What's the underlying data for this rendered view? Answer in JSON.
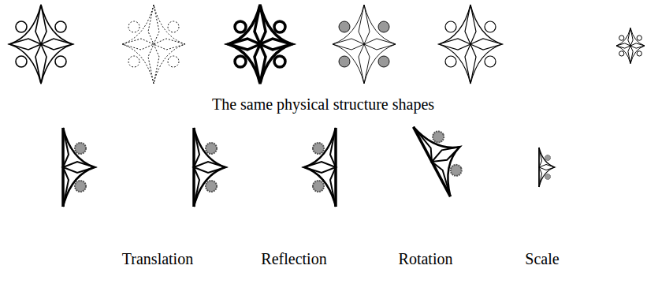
{
  "diagram": {
    "labels": [
      "The same physical structure shapes",
      "Translation",
      "Reflection",
      "Rotation",
      "Scale"
    ]
  }
}
